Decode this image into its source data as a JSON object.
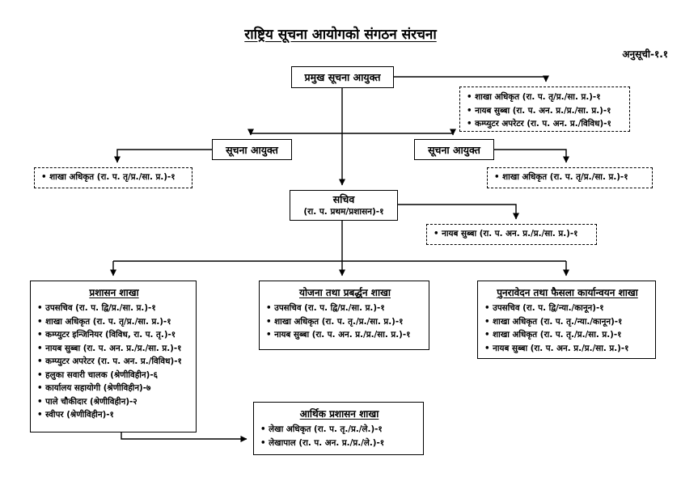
{
  "title": "राष्ट्रिय सूचना आयोगको संगठन संरचना",
  "annex": "अनुसूची-१.१",
  "nodes": {
    "chief": {
      "label": "प्रमुख सूचना आयुक्त"
    },
    "chief_staff": {
      "items": [
        "शाखा अधिकृत (रा. प. तृ/प्र./सा. प्र.)-१",
        "नायब सुब्बा (रा. प. अन. प्र./प्र./सा. प्र.)-१",
        "कम्प्युटर अपरेटर (रा. प. अन. प्र./विविध)-१"
      ]
    },
    "commissioner_left": {
      "label": "सूचना आयुक्त"
    },
    "commissioner_right": {
      "label": "सूचना आयुक्त"
    },
    "commissioner_left_staff": {
      "items": [
        "शाखा अधिकृत (रा. प. तृ/प्र./सा. प्र.)-१"
      ]
    },
    "commissioner_right_staff": {
      "items": [
        "शाखा अधिकृत (रा. प. तृ/प्र./सा. प्र.)-१"
      ]
    },
    "secretary": {
      "label": "सचिव",
      "sublabel": "(रा. प. प्रथम/प्रशासन)-१"
    },
    "secretary_staff": {
      "items": [
        "नायब सुब्बा (रा. प. अन. प्र./प्र./सा. प्र.)-१"
      ]
    },
    "admin_branch": {
      "title": "प्रशासन शाखा",
      "items": [
        "उपसचिव (रा. प. द्वि/प्र./सा. प्र.)-१",
        "शाखा अधिकृत (रा. प. तृ/प्र./सा. प्र.)-१",
        "कम्प्युटर इन्जिनियर (विविध, रा. प. तृ.)-१",
        "नायब सुब्बा (रा. प. अन. प्र./प्र./सा. प्र.)-१",
        "कम्प्युटर अपरेटर (रा. प. अन. प्र./विविध)-१",
        "हलुका सवारी चालक (श्रेणीविहीन)-६",
        "कार्यालय सहायोगी (श्रेणीविहीन)-७",
        "पाले चौकीदार (श्रेणीविहीन)-२",
        "स्वीपर (श्रेणीविहीन)-१"
      ]
    },
    "planning_branch": {
      "title": "योजना तथा प्रबर्द्धन शाखा",
      "items": [
        "उपसचिव (रा. प. द्वि/प्र./सा. प्र.)-१",
        "शाखा अधिकृत (रा. प. तृ./प्र./सा. प्र.)-१",
        "नायब सुब्बा (रा. प. अन. प्र./प्र./सा. प्र.)-१"
      ]
    },
    "appeal_branch": {
      "title": "पुनरावेदन तथा फैसला कार्यान्वयन शाखा",
      "items": [
        "उपसचिव (रा. प. द्वि/न्या./कानून)-१",
        "शाखा अधिकृत (रा. प. तृ./न्या./कानून)-१",
        "शाखा अधिकृत (रा. प. तृ./प्र./सा. प्र.)-१",
        "नायब सुब्बा (रा. प. अन. प्र./प्र./सा. प्र.)-१"
      ]
    },
    "finance_branch": {
      "title": "आर्थिक प्रशासन शाखा",
      "items": [
        "लेखा अधिकृत (रा. प. तृ./प्र./ले.)-१",
        "लेखापाल (रा. प. अन. प्र./प्र./ले.)-१"
      ]
    }
  },
  "colors": {
    "line": "#000000",
    "background": "#ffffff"
  }
}
